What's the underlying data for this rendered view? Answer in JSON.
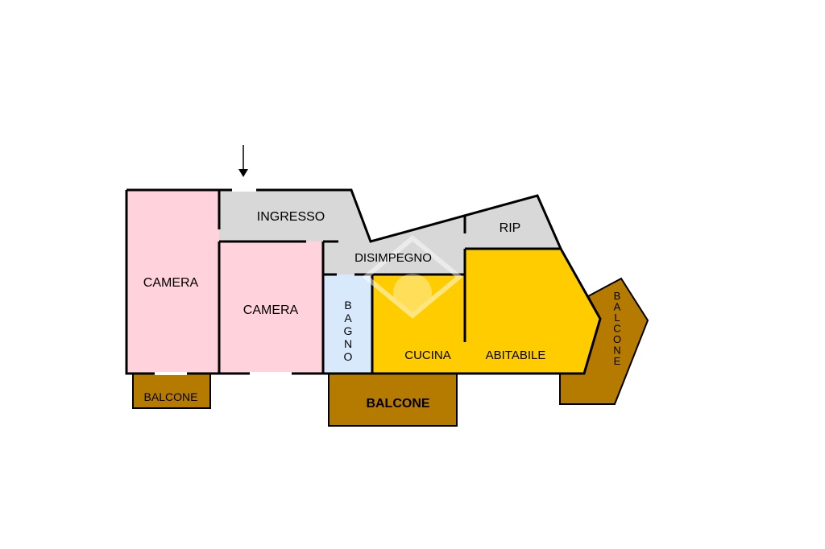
{
  "colors": {
    "bedroom": "#ffd2dc",
    "corridor": "#d8d8d8",
    "bathroom": "#d7e9fb",
    "kitchen": "#ffcc00",
    "balcony": "#b57a00",
    "wall": "#000000",
    "background": "#ffffff"
  },
  "icons": {
    "entrance": "arrow-down-icon",
    "watermark": "house-logo-icon"
  },
  "rooms": {
    "camera_1": "CAMERA",
    "camera_2": "CAMERA",
    "ingresso": "INGRESSO",
    "disimpegno": "DISIMPEGNO",
    "rip": "RIP",
    "bagno": "BAGNO",
    "cucina": "CUCINA",
    "abitabile": "ABITABILE",
    "balcone_left": "BALCONE",
    "balcone_center": "BALCONE",
    "balcone_right": "BALCONE"
  }
}
